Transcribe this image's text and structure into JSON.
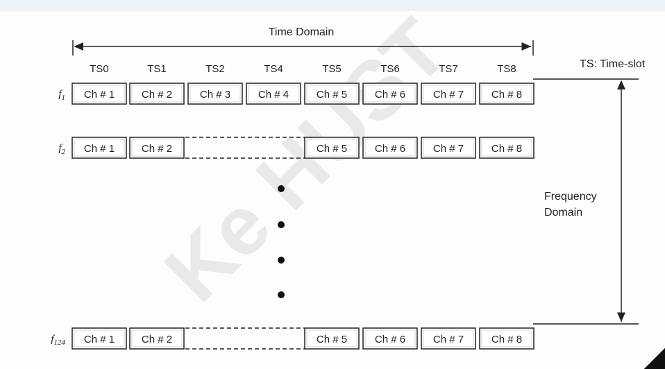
{
  "diagram": {
    "time_domain_label": "Time Domain",
    "ts_legend": "TS: Time-slot",
    "freq_domain_label": [
      "Frequency",
      "Domain"
    ],
    "watermark": "Ke HUST",
    "timeslots": [
      "TS0",
      "TS1",
      "TS2",
      "TS4",
      "TS5",
      "TS6",
      "TS7",
      "TS8"
    ],
    "rows": [
      {
        "freq_label": "f1",
        "cells": [
          "Ch # 1",
          "Ch # 2",
          "Ch # 3",
          "Ch # 4",
          "Ch # 5",
          "Ch # 6",
          "Ch # 7",
          "Ch # 8"
        ]
      },
      {
        "freq_label": "f2",
        "cells": [
          "Ch # 1",
          "Ch # 2",
          "",
          "",
          "Ch # 5",
          "Ch # 6",
          "Ch # 7",
          "Ch # 8"
        ]
      },
      {
        "freq_label": "f124",
        "cells": [
          "Ch # 1",
          "Ch # 2",
          "",
          "",
          "Ch # 5",
          "Ch # 6",
          "Ch # 7",
          "Ch # 8"
        ]
      }
    ]
  }
}
